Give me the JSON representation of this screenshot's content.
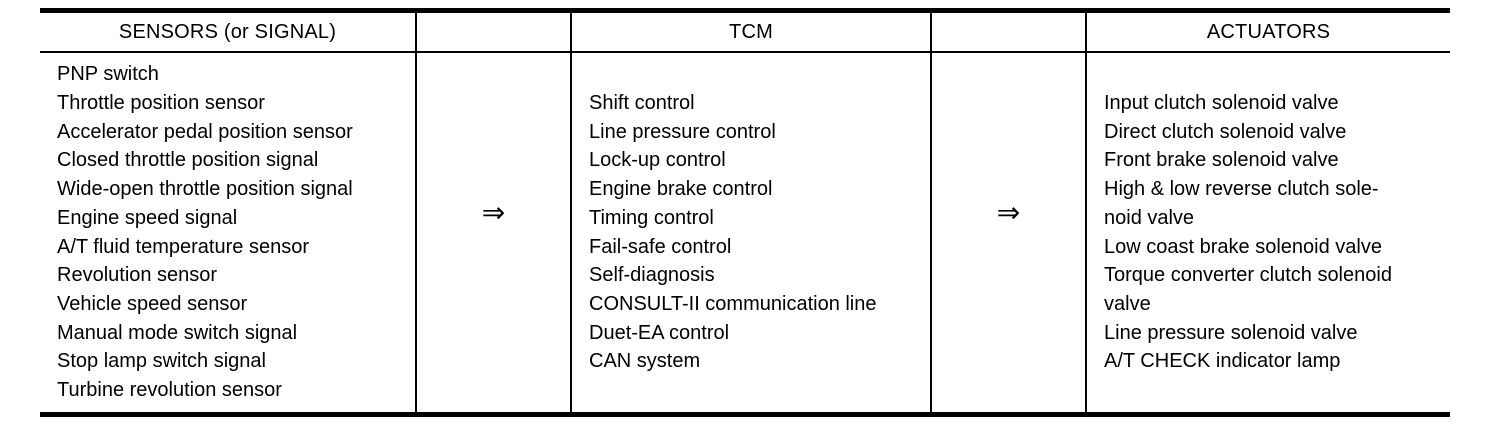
{
  "diagram": {
    "colors": {
      "background": "#ffffff",
      "border": "#000000",
      "text": "#000000"
    },
    "arrow": {
      "glyph": "⇒",
      "meaning": "signal-flow-right"
    },
    "columns": {
      "sensors": {
        "header": "SENSORS (or SIGNAL)",
        "items": [
          "PNP switch",
          "Throttle position sensor",
          "Accelerator pedal position sensor",
          "Closed throttle position signal",
          "Wide-open throttle position signal",
          "Engine speed signal",
          "A/T fluid temperature sensor",
          "Revolution sensor",
          "Vehicle speed sensor",
          "Manual mode switch signal",
          "Stop lamp switch signal",
          "Turbine revolution sensor"
        ]
      },
      "tcm": {
        "header": "TCM",
        "items": [
          "Shift control",
          "Line pressure control",
          "Lock-up control",
          "Engine brake control",
          "Timing control",
          "Fail-safe control",
          "Self-diagnosis",
          "CONSULT-II communication line",
          "Duet-EA control",
          "CAN system"
        ]
      },
      "actuators": {
        "header": "ACTUATORS",
        "items": [
          "Input clutch solenoid valve",
          "Direct clutch solenoid valve",
          "Front brake solenoid valve",
          "High & low reverse clutch sole-\nnoid valve",
          "Low coast brake solenoid valve",
          "Torque converter clutch solenoid\nvalve",
          "Line pressure solenoid valve",
          "A/T CHECK indicator lamp"
        ]
      }
    }
  }
}
